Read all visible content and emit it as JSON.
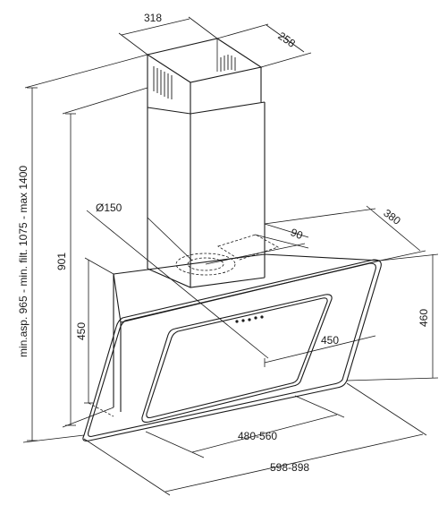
{
  "dimensions": {
    "chimney_width": "318",
    "chimney_depth": "258",
    "duct_diameter": "Ø150",
    "outlet_offset": "90",
    "hood_depth": "380",
    "total_height_range": "min.asp. 965 - min. filt. 1075 - max 1400",
    "chimney_height": "901",
    "glass_height": "450",
    "glass_width": "450",
    "hood_height": "460",
    "mounting_range": "480-560",
    "total_width_range": "598-898"
  }
}
